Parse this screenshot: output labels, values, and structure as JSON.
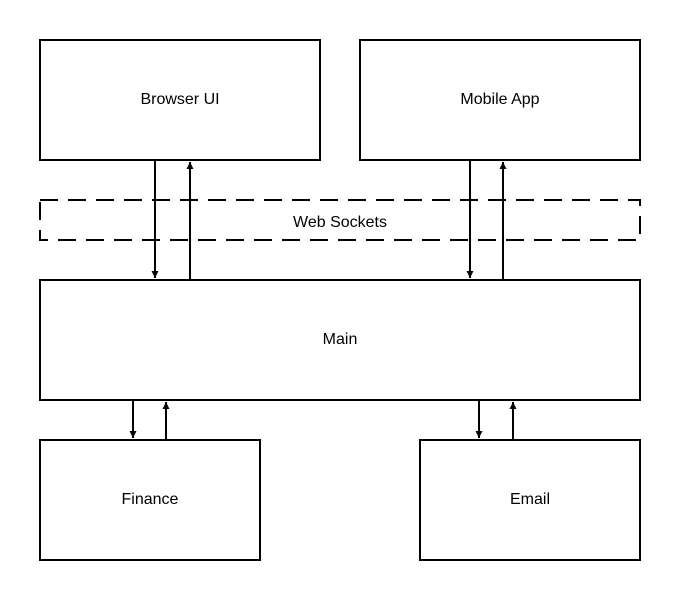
{
  "diagram": {
    "nodes": {
      "browser_ui": {
        "label": "Browser UI"
      },
      "mobile_app": {
        "label": "Mobile App"
      },
      "web_sockets": {
        "label": "Web Sockets"
      },
      "main": {
        "label": "Main"
      },
      "finance": {
        "label": "Finance"
      },
      "email": {
        "label": "Email"
      }
    },
    "edges": [
      {
        "from": "browser_ui",
        "to": "main"
      },
      {
        "from": "main",
        "to": "browser_ui"
      },
      {
        "from": "mobile_app",
        "to": "main"
      },
      {
        "from": "main",
        "to": "mobile_app"
      },
      {
        "from": "main",
        "to": "finance"
      },
      {
        "from": "finance",
        "to": "main"
      },
      {
        "from": "main",
        "to": "email"
      },
      {
        "from": "email",
        "to": "main"
      }
    ],
    "colors": {
      "stroke": "#000000",
      "background": "#ffffff"
    }
  }
}
